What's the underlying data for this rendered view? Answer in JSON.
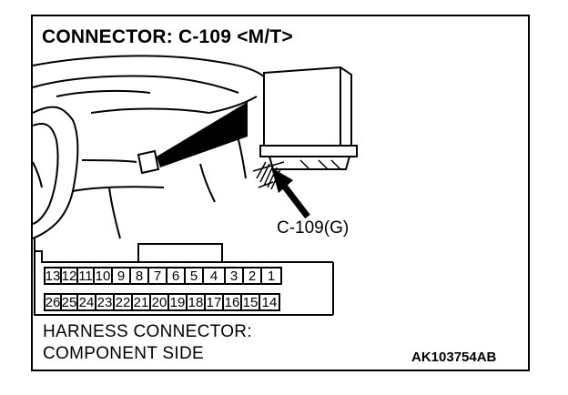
{
  "title": "CONNECTOR: C-109 <M/T>",
  "callout_label": "C-109(G)",
  "caption_line1": "HARNESS CONNECTOR:",
  "caption_line2": "COMPONENT SIDE",
  "figure_code": "AK103754AB",
  "pins_top": [
    "13",
    "12",
    "11",
    "10",
    "9",
    "8",
    "7",
    "6",
    "5",
    "4",
    "3",
    "2",
    "1"
  ],
  "pins_bottom": [
    "26",
    "25",
    "24",
    "23",
    "22",
    "21",
    "20",
    "19",
    "18",
    "17",
    "16",
    "15",
    "14"
  ],
  "colors": {
    "line": "#000000",
    "background": "#ffffff"
  }
}
